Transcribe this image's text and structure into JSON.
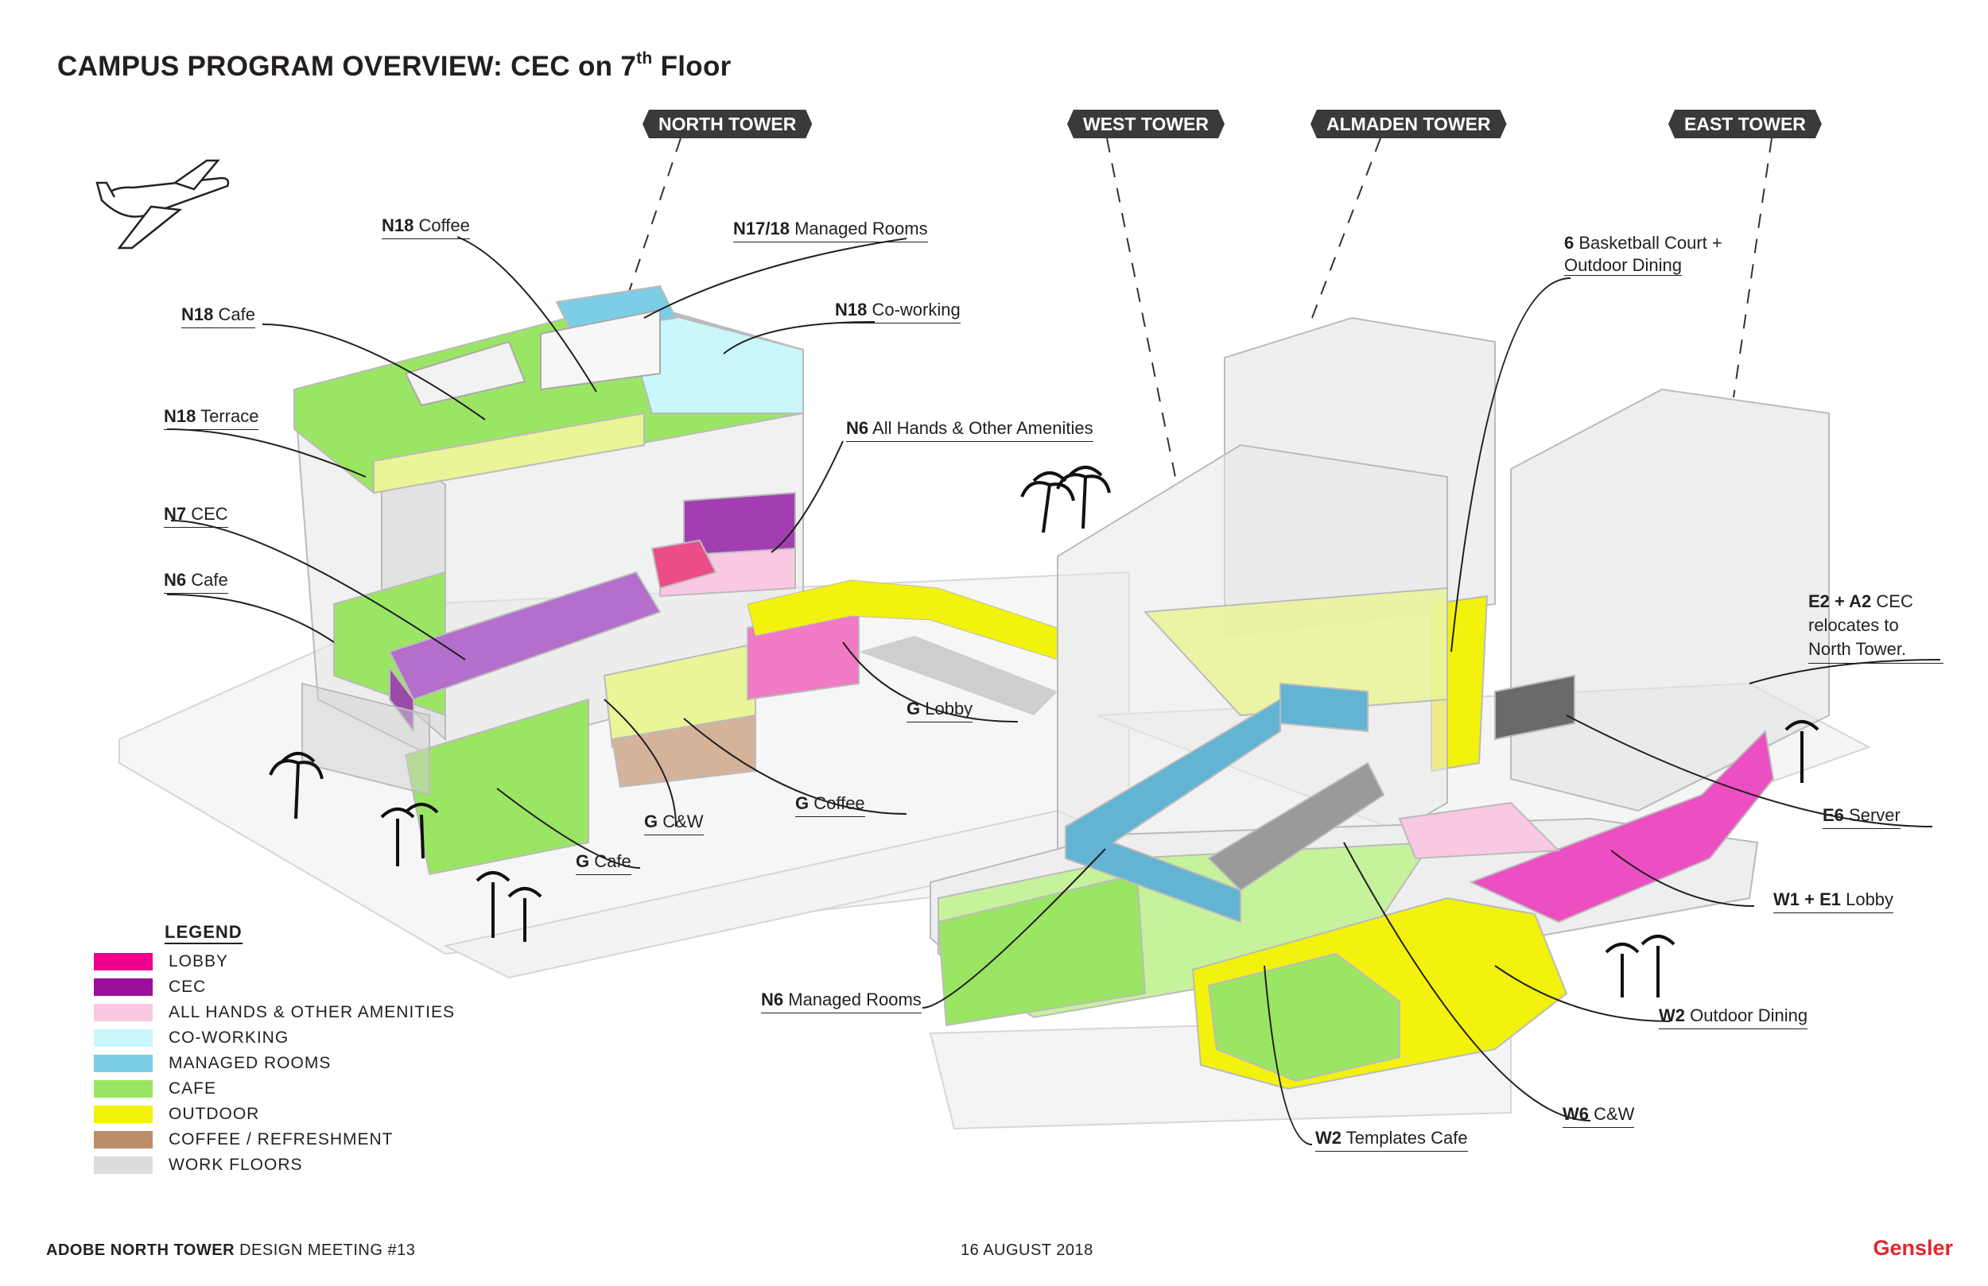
{
  "title": {
    "main": "CAMPUS PROGRAM OVERVIEW: CEC on 7",
    "sup": "th",
    "end": " Floor"
  },
  "towers": [
    "NORTH TOWER",
    "WEST TOWER",
    "ALMADEN TOWER",
    "EAST TOWER"
  ],
  "labels": {
    "n18_coffee": {
      "code": "N18",
      "text": " Coffee"
    },
    "n1718_rooms": {
      "code": "N17/18",
      "text": " Managed Rooms"
    },
    "n18_cafe": {
      "code": "N18",
      "text": " Cafe"
    },
    "n18_coworking": {
      "code": "N18",
      "text": " Co-working"
    },
    "n18_terrace": {
      "code": "N18",
      "text": " Terrace"
    },
    "n6_allhands": {
      "code": "N6",
      "text": " All Hands & Other Amenities"
    },
    "n7_cec": {
      "code": "N7",
      "text": " CEC"
    },
    "n6_cafe": {
      "code": "N6",
      "text": " Cafe"
    },
    "g_lobby": {
      "code": "G",
      "text": " Lobby"
    },
    "g_coffee": {
      "code": "G",
      "text": " Coffee"
    },
    "g_cw": {
      "code": "G",
      "text": " C&W"
    },
    "g_cafe": {
      "code": "G",
      "text": " Cafe"
    },
    "b6_basketball": {
      "code": "6",
      "text": " Basketball Court +",
      "text2": "Outdoor Dining"
    },
    "e2a2_cec": {
      "code": "E2 + A2",
      "text": " CEC",
      "text2": "relocates to",
      "text3": "North Tower."
    },
    "e6_server": {
      "code": "E6",
      "text": " Server"
    },
    "w1e1_lobby": {
      "code": "W1 + E1",
      "text": " Lobby"
    },
    "n6_rooms": {
      "code": "N6",
      "text": " Managed Rooms"
    },
    "w2_dining": {
      "code": "W2",
      "text": " Outdoor Dining"
    },
    "w6_cw": {
      "code": "W6",
      "text": " C&W"
    },
    "w2_templates": {
      "code": "W2",
      "text": " Templates Cafe"
    }
  },
  "legend": {
    "title": "LEGEND",
    "items": [
      {
        "label": "LOBBY",
        "color": "#ec008c"
      },
      {
        "label": "CEC",
        "color": "#9b0f9b"
      },
      {
        "label": "ALL HANDS & OTHER AMENITIES",
        "color": "#f9c8e2"
      },
      {
        "label": "CO-WORKING",
        "color": "#c9f7fb"
      },
      {
        "label": "MANAGED ROOMS",
        "color": "#7ccde6"
      },
      {
        "label": "CAFE",
        "color": "#9be564"
      },
      {
        "label": "OUTDOOR",
        "color": "#f2f20c"
      },
      {
        "label": "COFFEE / REFRESHMENT",
        "color": "#bb8e6b"
      },
      {
        "label": "WORK FLOORS",
        "color": "#dcdcdc"
      }
    ]
  },
  "footer": {
    "project": "ADOBE NORTH TOWER",
    "meeting": "DESIGN MEETING #13",
    "date": "16 AUGUST 2018",
    "brand": "Gensler"
  }
}
